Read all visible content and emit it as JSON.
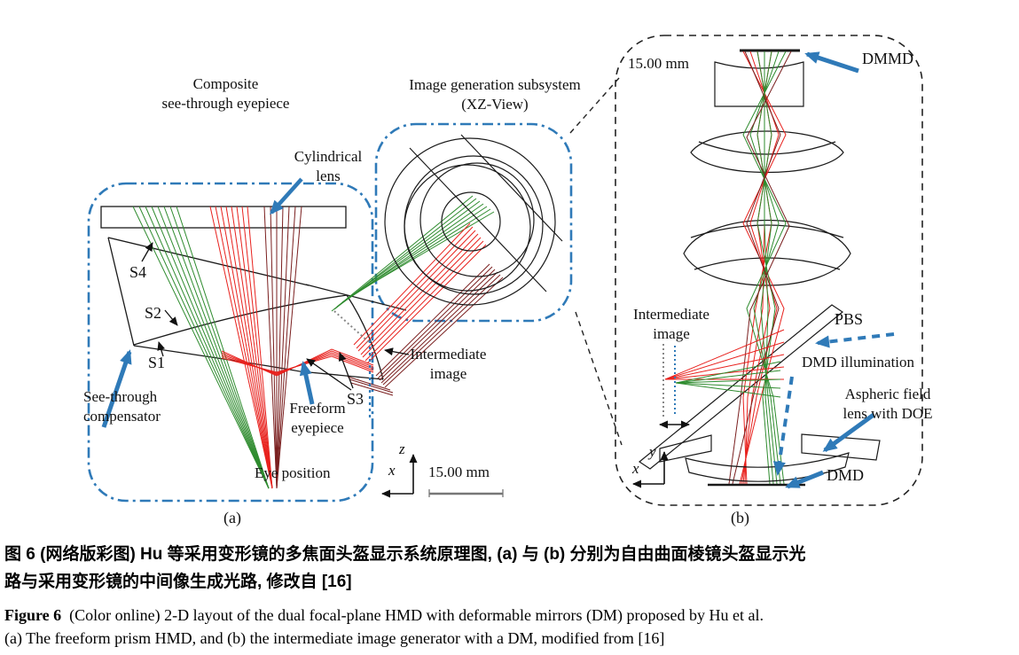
{
  "colors": {
    "accent_blue": "#2f7ab8",
    "ray_green": "#2e8b2e",
    "ray_red": "#e8211d",
    "ray_dark_red": "#7a1f1f",
    "outline": "#1a1a1a"
  },
  "panel_a": {
    "labels": {
      "composite1": "Composite",
      "composite2": "see-through eyepiece",
      "imggen1": "Image generation subsystem",
      "imggen2": "(XZ-View)",
      "cyl1": "Cylindrical",
      "cyl2": "lens",
      "s4": "S4",
      "s2": "S2",
      "s1": "S1",
      "s3": "S3",
      "see1": "See-through",
      "see2": "compensator",
      "free1": "Freeform",
      "free2": "eyepiece",
      "inter1": "Intermediate",
      "inter2": "image",
      "eye": "Eye position",
      "ax_x": "x",
      "ax_z": "z",
      "scale": "15.00  mm",
      "tag": "(a)"
    }
  },
  "panel_b": {
    "labels": {
      "scale": "15.00  mm",
      "dmmd": "DMMD",
      "inter1": "Intermediate",
      "inter2": "image",
      "pbs": "PBS",
      "dmd_illum": "DMD illumination",
      "asph1": "Aspheric field",
      "asph2": "lens with DOE",
      "dmd": "DMD",
      "ax_x": "x",
      "ax_y": "y",
      "tag": "(b)"
    }
  },
  "caption": {
    "zh1": "图 6  (网络版彩图) Hu 等采用变形镜的多焦面头盔显示系统原理图, (a) 与 (b) 分别为自由曲面棱镜头盔显示光",
    "zh2": "路与采用变形镜的中间像生成光路, 修改自 [16]",
    "en_fig": "Figure 6",
    "en1": " (Color online) 2-D layout of the dual focal-plane HMD with deformable mirrors (DM) proposed by Hu et al.",
    "en2": "(a) The freeform prism HMD, and (b) the intermediate image generator with a DM, modified from [16]"
  }
}
